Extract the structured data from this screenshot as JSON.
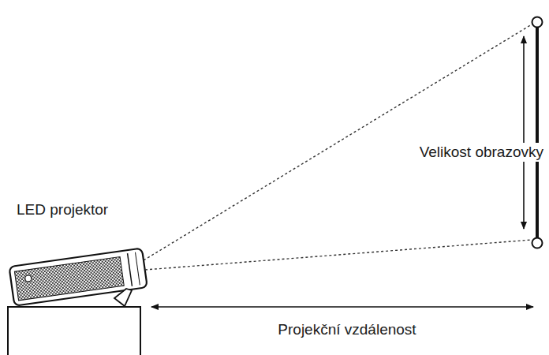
{
  "diagram": {
    "labels": [
      "LED projektor",
      "Velikost obrazovky",
      "Projekční vzdálenost"
    ]
  }
}
